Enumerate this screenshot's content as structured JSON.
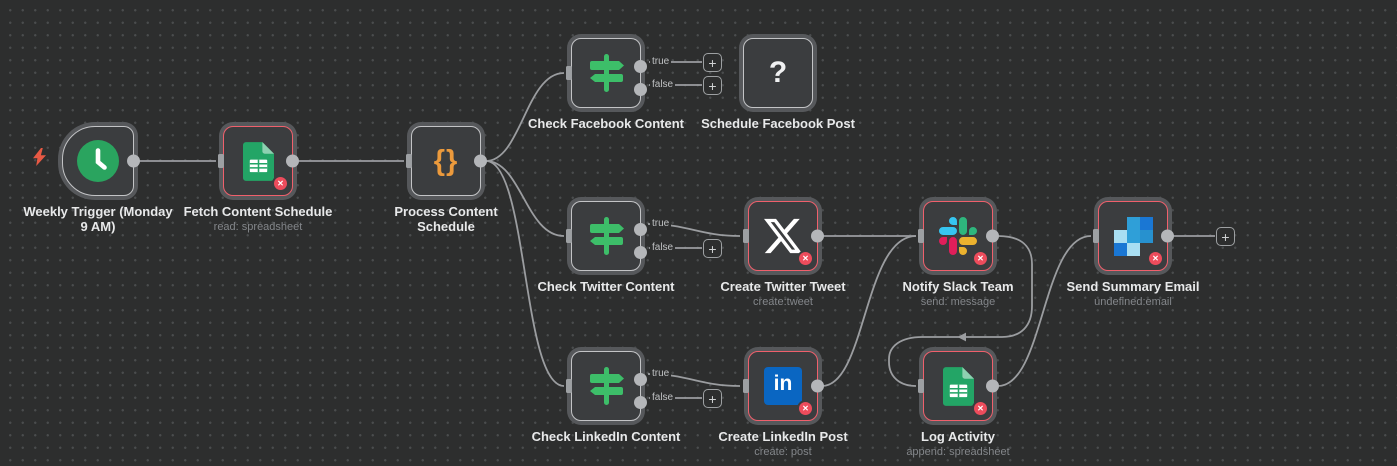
{
  "app": {
    "name": "workflow canvas"
  },
  "ui": {
    "plus_glyph": "+"
  },
  "port_labels": {
    "true_label": "true",
    "false_label": "false"
  },
  "icons": {
    "code_glyph": "{}",
    "unknown_glyph": "?",
    "linkedin_glyph": "in",
    "error_glyph": "✕"
  },
  "colors": {
    "canvas_bg": "#2d2e2e",
    "node_fill": "#3b3d3f",
    "node_ring": "#56585b",
    "normal_border": "#c3c4c6",
    "error_border": "#F0606C",
    "error_badge": "#ED4C5C",
    "edge": "#9b9da0",
    "trigger_green": "#2AA45F",
    "if_green": "#3DBE69",
    "code_orange": "#EC9A3C",
    "sheets_green": "#23A566",
    "linkedin_blue": "#0A66C2",
    "slack_blue": "#36C5F0",
    "slack_green": "#2EB67D",
    "slack_yellow": "#ECB22E",
    "slack_red": "#E01E5A",
    "bolt_red": "#E85944"
  },
  "nodes": {
    "trigger": {
      "label": "Weekly Trigger (Monday 9 AM)"
    },
    "fetch": {
      "label": "Fetch Content Schedule",
      "subtitle": "read: spreadsheet"
    },
    "process": {
      "label": "Process Content Schedule"
    },
    "check_facebook": {
      "label": "Check Facebook Content"
    },
    "schedule_facebook": {
      "label": "Schedule Facebook Post"
    },
    "check_twitter": {
      "label": "Check Twitter Content"
    },
    "create_tweet": {
      "label": "Create Twitter Tweet",
      "subtitle": "create:tweet"
    },
    "notify_slack": {
      "label": "Notify Slack Team",
      "subtitle": "send: message"
    },
    "send_email": {
      "label": "Send Summary Email",
      "subtitle": "undefined:email"
    },
    "check_linkedin": {
      "label": "Check LinkedIn Content"
    },
    "create_linkedin": {
      "label": "Create LinkedIn Post",
      "subtitle": "create: post"
    },
    "log_activity": {
      "label": "Log Activity",
      "subtitle": "append: spreadsheet"
    }
  },
  "connections": [
    {
      "from": "Weekly Trigger (Monday 9 AM)",
      "to": "Fetch Content Schedule"
    },
    {
      "from": "Fetch Content Schedule",
      "to": "Process Content Schedule"
    },
    {
      "from": "Process Content Schedule",
      "to": "Check Facebook Content"
    },
    {
      "from": "Process Content Schedule",
      "to": "Check Twitter Content"
    },
    {
      "from": "Process Content Schedule",
      "to": "Check LinkedIn Content"
    },
    {
      "from": "Check Facebook Content",
      "branch": "true",
      "to": "add-node"
    },
    {
      "from": "Check Facebook Content",
      "branch": "false",
      "to": "add-node"
    },
    {
      "from": "Check Twitter Content",
      "branch": "true",
      "to": "Create Twitter Tweet"
    },
    {
      "from": "Check Twitter Content",
      "branch": "false",
      "to": "add-node"
    },
    {
      "from": "Create Twitter Tweet",
      "to": "Notify Slack Team"
    },
    {
      "from": "Check LinkedIn Content",
      "branch": "true",
      "to": "Create LinkedIn Post"
    },
    {
      "from": "Check LinkedIn Content",
      "branch": "false",
      "to": "add-node"
    },
    {
      "from": "Create LinkedIn Post",
      "to": "Notify Slack Team"
    },
    {
      "from": "Notify Slack Team",
      "to": "Log Activity"
    },
    {
      "from": "Log Activity",
      "to": "Send Summary Email"
    },
    {
      "from": "Send Summary Email",
      "to": "add-node"
    }
  ]
}
